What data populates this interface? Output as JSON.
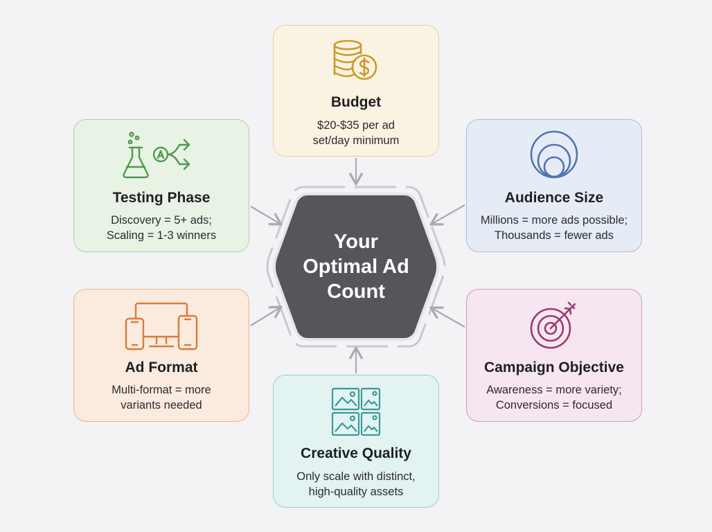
{
  "center": {
    "lines": [
      "Your",
      "Optimal Ad",
      "Count"
    ]
  },
  "factors": {
    "budget": {
      "title": "Budget",
      "desc": [
        "$20-$35 per ad",
        "set/day minimum"
      ],
      "icon": "coins-dollar-icon"
    },
    "testing": {
      "title": "Testing Phase",
      "desc": [
        "Discovery = 5+ ads;",
        "Scaling = 1-3 winners"
      ],
      "icon": "flask-ab-test-icon"
    },
    "audience": {
      "title": "Audience Size",
      "desc": [
        "Millions = more ads possible;",
        "Thousands = fewer ads"
      ],
      "icon": "nested-circles-icon"
    },
    "format": {
      "title": "Ad Format",
      "desc": [
        "Multi-format = more",
        "variants needed"
      ],
      "icon": "devices-icon"
    },
    "objective": {
      "title": "Campaign Objective",
      "desc": [
        "Awareness = more variety;",
        "Conversions = focused"
      ],
      "icon": "target-arrow-icon"
    },
    "quality": {
      "title": "Creative Quality",
      "desc": [
        "Only scale with distinct,",
        "high-quality assets"
      ],
      "icon": "image-grid-icon"
    }
  },
  "colors": {
    "center_fill": "#55565b",
    "budget": "#c99a2e",
    "testing": "#4f9a4a",
    "audience": "#5273b2",
    "format": "#db7a3c",
    "objective": "#9b3a74",
    "quality": "#3a9a98",
    "connector": "#a9abb1"
  }
}
